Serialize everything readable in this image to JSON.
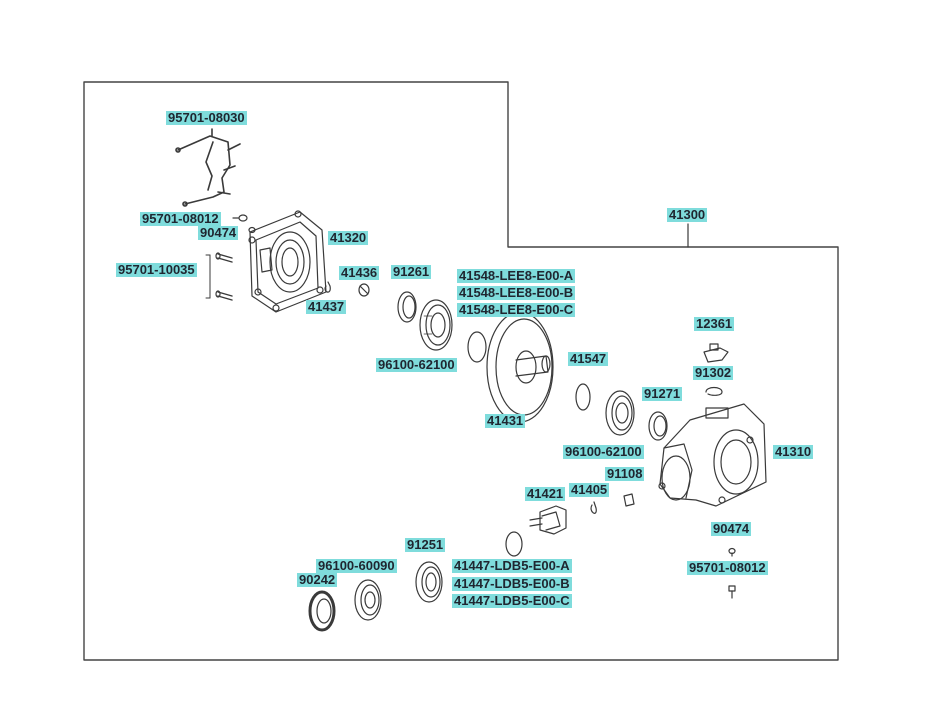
{
  "diagram": {
    "label_bg": "#7fdcdc",
    "label_text_color": "#1f2630",
    "line_color": "#3a3a3a",
    "parts": [
      {
        "id": "p01",
        "number": "95701-08030"
      },
      {
        "id": "p02",
        "number": "95701-08012"
      },
      {
        "id": "p03",
        "number": "90474"
      },
      {
        "id": "p04",
        "number": "41320"
      },
      {
        "id": "p05",
        "number": "95701-10035"
      },
      {
        "id": "p06",
        "number": "41436"
      },
      {
        "id": "p07",
        "number": "41437"
      },
      {
        "id": "p08",
        "number": "91261"
      },
      {
        "id": "p09",
        "number": "41548-LEE8-E00-A"
      },
      {
        "id": "p10",
        "number": "41548-LEE8-E00-B"
      },
      {
        "id": "p11",
        "number": "41548-LEE8-E00-C"
      },
      {
        "id": "p12",
        "number": "96100-62100"
      },
      {
        "id": "p13",
        "number": "41300"
      },
      {
        "id": "p14",
        "number": "12361"
      },
      {
        "id": "p15",
        "number": "91302"
      },
      {
        "id": "p16",
        "number": "41547"
      },
      {
        "id": "p17",
        "number": "91271"
      },
      {
        "id": "p18",
        "number": "41431"
      },
      {
        "id": "p19",
        "number": "41310"
      },
      {
        "id": "p20",
        "number": "96100-62100"
      },
      {
        "id": "p21",
        "number": "91108"
      },
      {
        "id": "p22",
        "number": "41405"
      },
      {
        "id": "p23",
        "number": "41421"
      },
      {
        "id": "p24",
        "number": "90474"
      },
      {
        "id": "p25",
        "number": "95701-08012"
      },
      {
        "id": "p26",
        "number": "91251"
      },
      {
        "id": "p27",
        "number": "96100-60090"
      },
      {
        "id": "p28",
        "number": "41447-LDB5-E00-A"
      },
      {
        "id": "p29",
        "number": "41447-LDB5-E00-B"
      },
      {
        "id": "p30",
        "number": "41447-LDB5-E00-C"
      },
      {
        "id": "p31",
        "number": "90242"
      }
    ]
  }
}
